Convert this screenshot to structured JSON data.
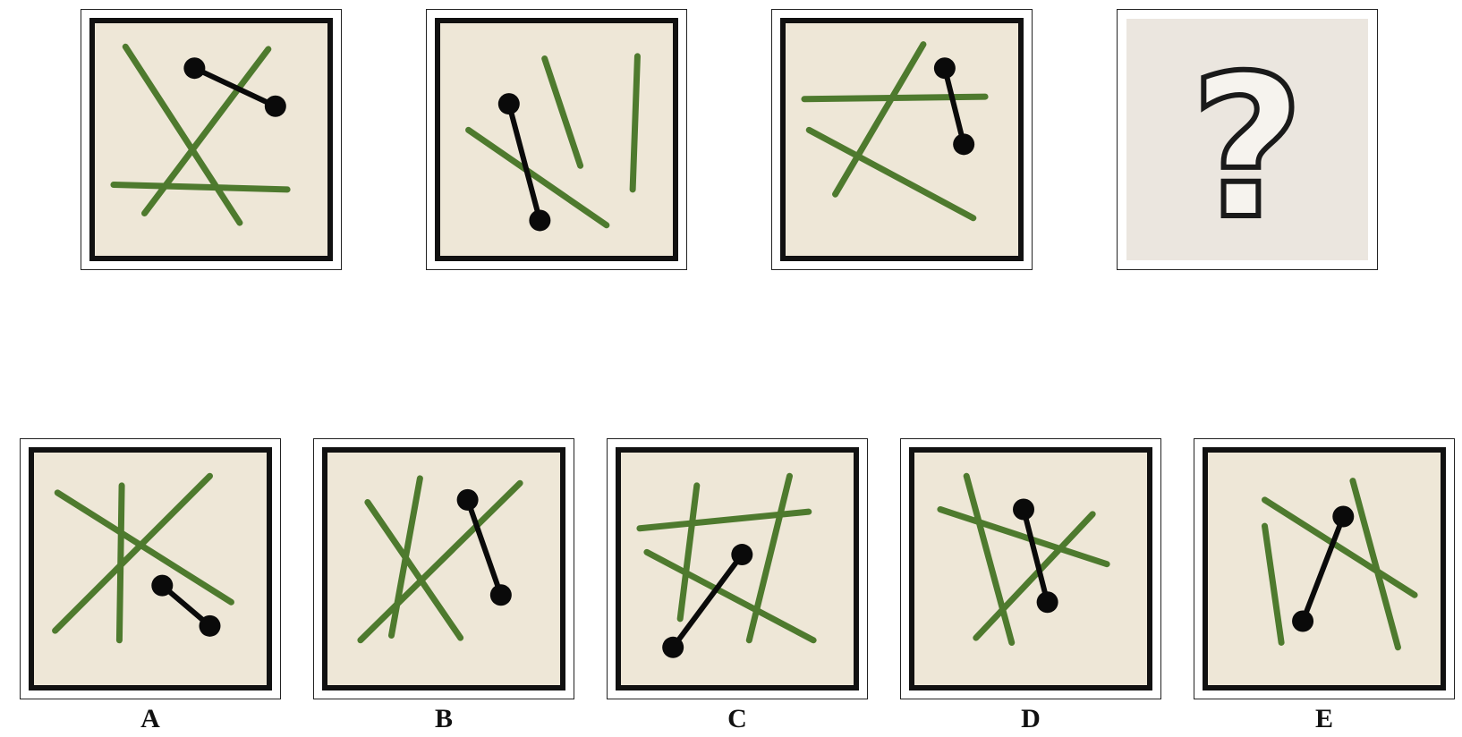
{
  "colors": {
    "paper": "#eee7d7",
    "paper_border": "#111111",
    "green_line": "#4e7a2e",
    "black_segment": "#0a0a0a",
    "question_bg": "#ebe6df"
  },
  "question": {
    "panels": [
      {
        "green": [
          [
            0.14,
            0.11,
            0.62,
            0.85
          ],
          [
            0.74,
            0.12,
            0.22,
            0.81
          ],
          [
            0.09,
            0.69,
            0.82,
            0.71
          ]
        ],
        "black": [
          0.43,
          0.2,
          0.77,
          0.36
        ]
      },
      {
        "green": [
          [
            0.45,
            0.16,
            0.6,
            0.61
          ],
          [
            0.84,
            0.15,
            0.82,
            0.71
          ],
          [
            0.13,
            0.46,
            0.71,
            0.86
          ]
        ],
        "black": [
          0.3,
          0.35,
          0.43,
          0.84
        ]
      },
      {
        "green": [
          [
            0.59,
            0.1,
            0.22,
            0.73
          ],
          [
            0.09,
            0.33,
            0.85,
            0.32
          ],
          [
            0.11,
            0.46,
            0.8,
            0.83
          ]
        ],
        "black": [
          0.68,
          0.2,
          0.76,
          0.52
        ]
      }
    ],
    "missing": {
      "icon": "question-mark-icon",
      "glyph": "?"
    }
  },
  "options": [
    {
      "label": "A",
      "green": [
        [
          0.11,
          0.18,
          0.84,
          0.64
        ],
        [
          0.38,
          0.15,
          0.37,
          0.8
        ],
        [
          0.1,
          0.76,
          0.75,
          0.11
        ]
      ],
      "black": [
        0.55,
        0.57,
        0.75,
        0.74
      ]
    },
    {
      "label": "B",
      "green": [
        [
          0.18,
          0.22,
          0.57,
          0.79
        ],
        [
          0.4,
          0.12,
          0.28,
          0.78
        ],
        [
          0.15,
          0.8,
          0.82,
          0.14
        ]
      ],
      "black": [
        0.6,
        0.21,
        0.74,
        0.61
      ]
    },
    {
      "label": "C",
      "green": [
        [
          0.09,
          0.33,
          0.8,
          0.26
        ],
        [
          0.33,
          0.15,
          0.26,
          0.71
        ],
        [
          0.72,
          0.11,
          0.55,
          0.8
        ],
        [
          0.12,
          0.43,
          0.82,
          0.8
        ]
      ],
      "black": [
        0.23,
        0.83,
        0.52,
        0.44
      ]
    },
    {
      "label": "D",
      "green": [
        [
          0.12,
          0.25,
          0.82,
          0.48
        ],
        [
          0.23,
          0.11,
          0.42,
          0.81
        ],
        [
          0.27,
          0.79,
          0.76,
          0.27
        ]
      ],
      "black": [
        0.47,
        0.25,
        0.57,
        0.64
      ]
    },
    {
      "label": "E",
      "green": [
        [
          0.25,
          0.32,
          0.32,
          0.81
        ],
        [
          0.62,
          0.13,
          0.81,
          0.83
        ],
        [
          0.25,
          0.21,
          0.88,
          0.61
        ]
      ],
      "black": [
        0.41,
        0.72,
        0.58,
        0.28
      ]
    }
  ]
}
